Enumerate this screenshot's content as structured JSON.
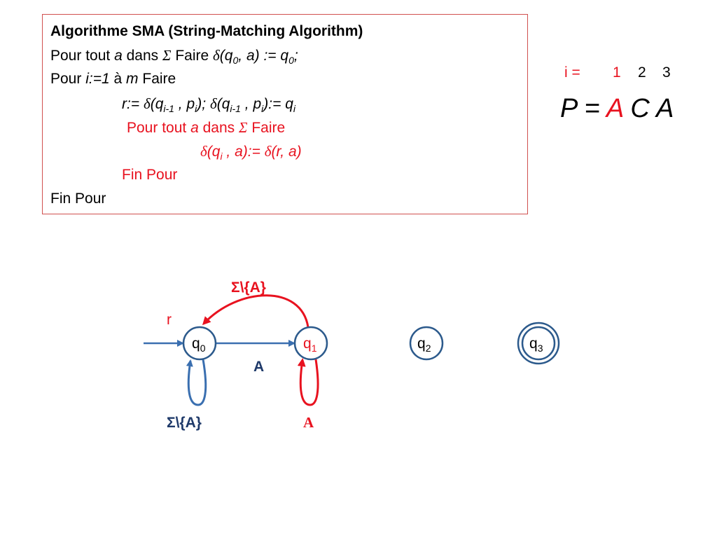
{
  "algorithm": {
    "title": "Algorithme SMA (String-Matching Algorithm)",
    "line1": {
      "a": "Pour tout",
      "b": "a",
      "c": "dans",
      "sigma": "Σ",
      "d": "Faire",
      "delta": "δ",
      "e": "(q",
      "sub1": "0",
      "f": ", a) := q",
      "sub2": "0",
      "g": ";"
    },
    "line2": {
      "a": "Pour",
      "b": "i:=1",
      "c": "à",
      "d": "m",
      "e": "Faire"
    },
    "line3": {
      "a": "r:=",
      "delta1": "δ",
      "b": "(q",
      "s1": "i-1",
      "c": " , p",
      "s2": "i",
      "d": ");",
      "delta2": "δ",
      "e": "(q",
      "s3": "i-1",
      "f": " , p",
      "s4": "i",
      "g": "):= q",
      "s5": "i"
    },
    "line4": {
      "a": "Pour tout",
      "b": "a",
      "c": "dans",
      "sigma": "Σ",
      "d": "Faire"
    },
    "line5": {
      "delta1": "δ",
      "a": "(q",
      "s1": "i",
      "b": " , a):=",
      "delta2": "δ",
      "c": "(r, a)"
    },
    "line6": "Fin Pour",
    "line7": "Fin Pour"
  },
  "index_row": {
    "label": "i =",
    "i1": "1",
    "i2": "2",
    "i3": "3"
  },
  "pattern": {
    "prefix": "P =",
    "c1": "A",
    "c2": "C",
    "c3": "A"
  },
  "automaton": {
    "states": [
      {
        "name": "q",
        "sub": "0"
      },
      {
        "name": "q",
        "sub": "1"
      },
      {
        "name": "q",
        "sub": "2"
      },
      {
        "name": "q",
        "sub": "3"
      }
    ],
    "start_label": "r",
    "edge_q0_q1": "A",
    "edge_q1_q0": "Σ\\{A}",
    "loop_q0": "Σ\\{A}",
    "loop_q1": "A"
  },
  "colors": {
    "red": "#e8121f",
    "blue": "#3a6fb0",
    "navy": "#1f3a6a",
    "box_border": "#d0504f"
  }
}
